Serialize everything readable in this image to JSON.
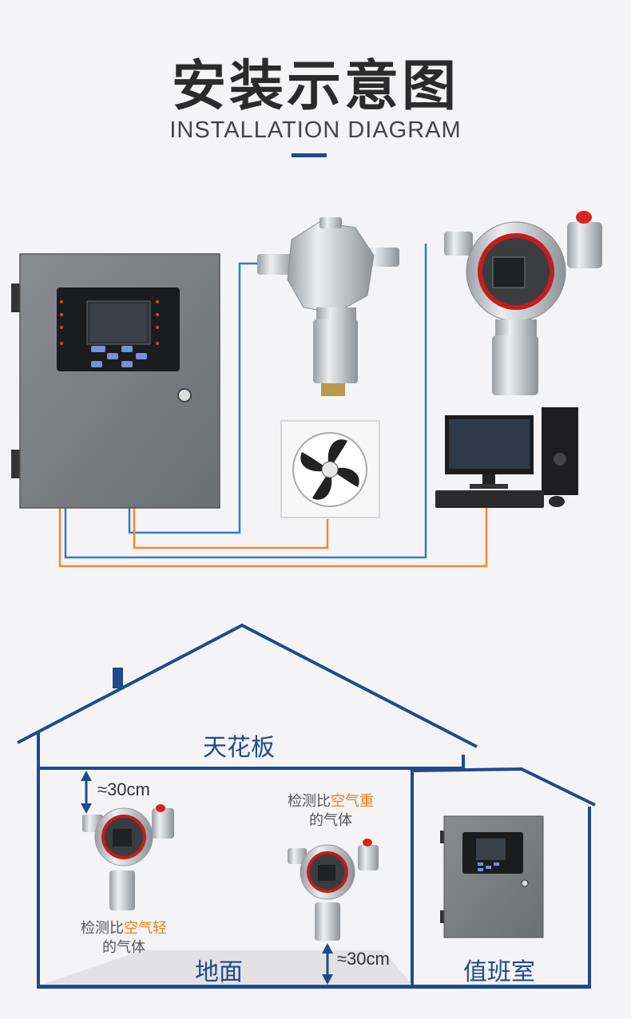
{
  "header": {
    "title_cn": "安装示意图",
    "title_en": "INSTALLATION DIAGRAM"
  },
  "house": {
    "ceiling_label": "天花板",
    "floor_label": "地面",
    "duty_room_label": "值班室",
    "top_gap_label": "≈30cm",
    "bottom_gap_label": "≈30cm",
    "light_gas_note": {
      "prefix": "检测比",
      "highlight": "空气轻",
      "line2": "的气体"
    },
    "heavy_gas_note": {
      "prefix": "检测比",
      "highlight": "空气重",
      "line2": "的气体"
    }
  },
  "colors": {
    "accent_blue": "#1f4a8c",
    "wire_blue": "#3b78c6",
    "wire_orange": "#f08a28",
    "highlight_orange": "#e8801e",
    "panel_gray": "#7a7d80"
  }
}
